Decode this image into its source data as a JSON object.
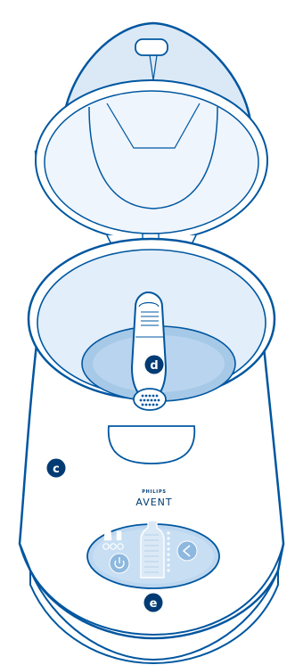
{
  "labels": {
    "c": "c",
    "d": "d",
    "e": "e"
  },
  "brand": {
    "line1": "PHILIPS",
    "line2": "AVENT"
  },
  "colors": {
    "outline": "#0057a0",
    "body_fill": "#ffffff",
    "lid_fill": "#dbe9f7",
    "bowl_fill": "#e2eef9",
    "water": "#a7c9e8",
    "panel": "#bcd7ef",
    "panel_dark": "#8fb8df",
    "marker": "#003b73"
  },
  "icons": [
    "bottle-icon",
    "power-icon",
    "arrow-left-icon",
    "bottle-scale-icon"
  ]
}
